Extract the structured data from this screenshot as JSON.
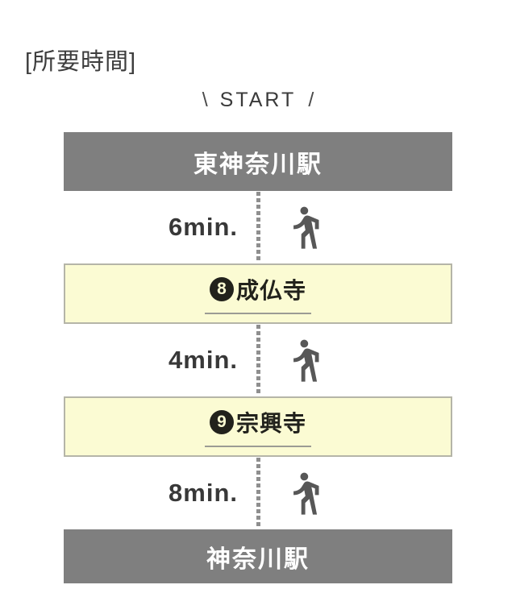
{
  "header": {
    "title": "[所要時間]",
    "start": {
      "left": "\\",
      "label": "START",
      "right": "/"
    }
  },
  "route": {
    "stops": [
      {
        "type": "station",
        "label": "東神奈川駅"
      },
      {
        "type": "walk",
        "duration": "6min."
      },
      {
        "type": "spot",
        "badge": "8",
        "label": "成仏寺"
      },
      {
        "type": "walk",
        "duration": "4min."
      },
      {
        "type": "spot",
        "badge": "9",
        "label": "宗興寺"
      },
      {
        "type": "walk",
        "duration": "8min."
      },
      {
        "type": "station",
        "label": "神奈川駅"
      }
    ]
  },
  "colors": {
    "station_box": "#7f7f7f",
    "station_text": "#ffffff",
    "spot_box_fill": "#fbfbd3",
    "spot_box_border": "#b5b5a8",
    "spot_underline": "#9c9c94",
    "badge_fill": "#22221c",
    "walk_icon": "#575757",
    "dotted_line": "#8f8f8f",
    "text_dark": "#3d3d3d"
  }
}
